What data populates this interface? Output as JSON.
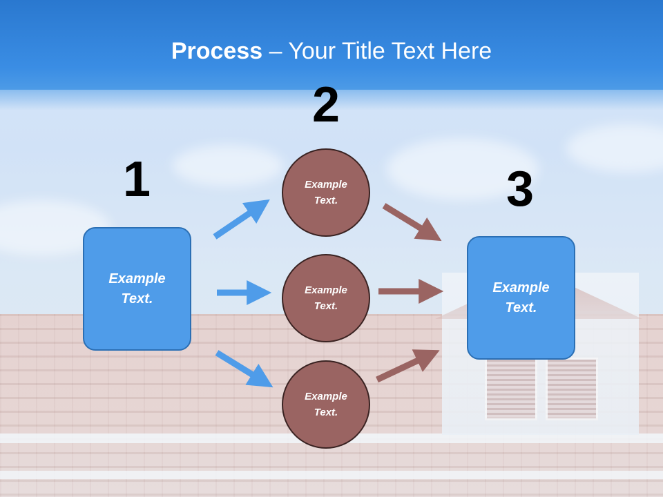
{
  "slide": {
    "title_bold": "Process",
    "title_rest": " – Your Title Text Here"
  },
  "steps": {
    "num_1": "1",
    "num_2": "2",
    "num_3": "3"
  },
  "nodes": {
    "box_1": "Example\nText.",
    "circle_top": "Example\nText.",
    "circle_mid": "Example\nText.",
    "circle_bot": "Example\nText.",
    "box_3": "Example\nText."
  },
  "colors": {
    "box_fill": "#4f9ce9",
    "circle_fill": "#9a6462",
    "blue_arrow": "#4f9ce9",
    "brown_arrow": "#9a6462",
    "title_band": "#2a78cf"
  }
}
